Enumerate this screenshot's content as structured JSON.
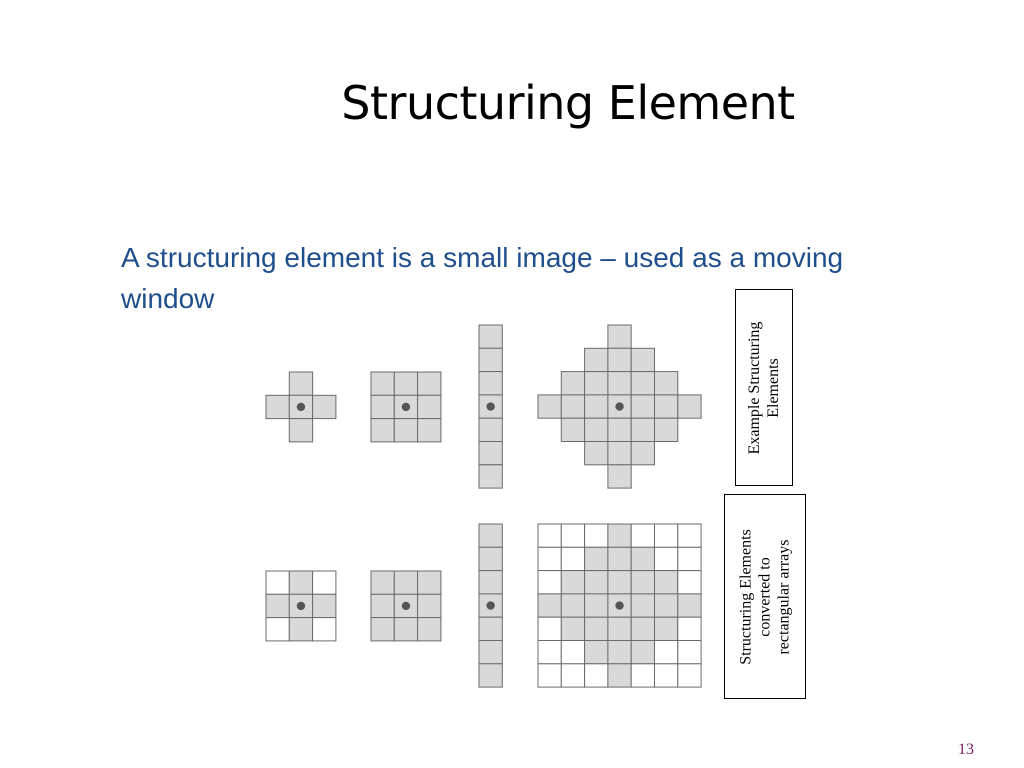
{
  "slide": {
    "title": "Structuring Element",
    "body": "A structuring element is a small image – used as a moving window",
    "page_number": "13"
  },
  "captions": {
    "top": "Example Structuring\nElements",
    "bottom": "Structuring Elements\nconverted to\nrectangular arrays"
  },
  "colors": {
    "title": "#000000",
    "body_text": "#1f4e8c",
    "cell_fill": "#d9d9d9",
    "cell_border": "#6b6b6b",
    "origin_dot": "#555555",
    "page_number": "#7f1f5f"
  },
  "structuring_elements": [
    {
      "name": "cross-3x3",
      "rows": [
        "010",
        "111",
        "010"
      ],
      "origin": [
        1,
        1
      ]
    },
    {
      "name": "square-3x3",
      "rows": [
        "111",
        "111",
        "111"
      ],
      "origin": [
        1,
        1
      ]
    },
    {
      "name": "vertical-line-7",
      "rows": [
        "1",
        "1",
        "1",
        "1",
        "1",
        "1",
        "1"
      ],
      "origin": [
        3,
        0
      ]
    },
    {
      "name": "diamond-7x7",
      "rows": [
        "0001000",
        "0011100",
        "0111110",
        "1111111",
        "0111110",
        "0011100",
        "0001000"
      ],
      "origin": [
        3,
        3
      ]
    }
  ]
}
